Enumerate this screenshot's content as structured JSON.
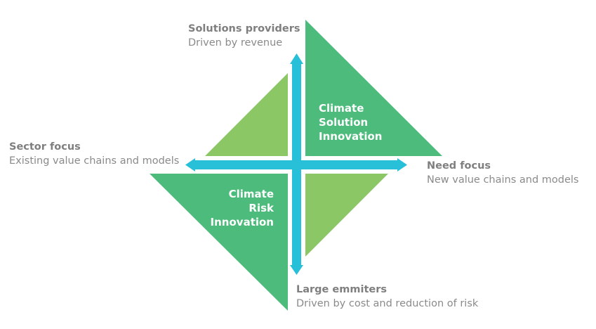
{
  "colors": {
    "dark_green": "#4cbb7b",
    "light_green": "#8bc765",
    "arrow_blue": "#28bfd8",
    "label_gray": "#7f7f7f",
    "text_white": "#ffffff"
  },
  "labels": {
    "top": {
      "title": "Solutions providers",
      "subtitle": "Driven by revenue"
    },
    "left": {
      "title": "Sector focus",
      "subtitle": "Existing value chains and models"
    },
    "right": {
      "title": "Need focus",
      "subtitle": "New value chains and models"
    },
    "bottom": {
      "title": "Large emmiters",
      "subtitle": "Driven by cost and reduction of risk"
    }
  },
  "quadrants": {
    "top_right": {
      "lines": [
        "Climate",
        "Solution",
        "Innovation"
      ]
    },
    "bottom_left": {
      "lines": [
        "Climate",
        "Risk",
        "Innovation"
      ]
    }
  }
}
